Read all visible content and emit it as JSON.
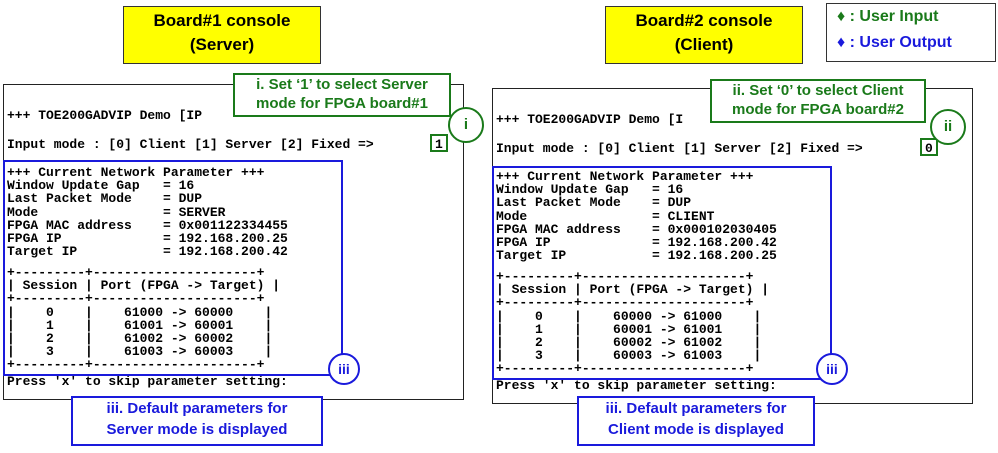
{
  "titles": {
    "board1": {
      "line1": "Board#1 console",
      "line2": "(Server)"
    },
    "board2": {
      "line1": "Board#2 console",
      "line2": "(Client)"
    }
  },
  "legend": {
    "user_input": "♦ : User Input",
    "user_output": "♦ : User Output",
    "input_color": "#1a7a1a",
    "output_color": "#1a1adc"
  },
  "console1": {
    "banner": "+++ TOE200GADVIP Demo [IP",
    "prompt": "Input mode : [0] Client [1] Server [2] Fixed =>",
    "input_value": "1",
    "params": [
      "+++ Current Network Parameter +++",
      "Window Update Gap   = 16",
      "Last Packet Mode    = DUP",
      "Mode                = SERVER",
      "FPGA MAC address    = 0x001122334455",
      "FPGA IP             = 192.168.200.25",
      "Target IP           = 192.168.200.42"
    ],
    "table": [
      "+---------+---------------------+",
      "| Session | Port (FPGA -> Target) |",
      "+---------+---------------------+",
      "|    0    |    61000 -> 60000    |",
      "|    1    |    61001 -> 60001    |",
      "|    2    |    61002 -> 60002    |",
      "|    3    |    61003 -> 60003    |",
      "+---------+---------------------+"
    ],
    "skip": "Press 'x' to skip parameter setting:"
  },
  "console2": {
    "banner": "+++ TOE200GADVIP Demo [I",
    "prompt": "Input mode : [0] Client [1] Server [2] Fixed =>",
    "input_value": "0",
    "params": [
      "+++ Current Network Parameter +++",
      "Window Update Gap   = 16",
      "Last Packet Mode    = DUP",
      "Mode                = CLIENT",
      "FPGA MAC address    = 0x000102030405",
      "FPGA IP             = 192.168.200.42",
      "Target IP           = 192.168.200.25"
    ],
    "table": [
      "+---------+---------------------+",
      "| Session | Port (FPGA -> Target) |",
      "+---------+---------------------+",
      "|    0    |    60000 -> 61000    |",
      "|    1    |    60001 -> 61001    |",
      "|    2    |    60002 -> 61002    |",
      "|    3    |    60003 -> 61003    |",
      "+---------+---------------------+"
    ],
    "skip": "Press 'x' to skip parameter setting:"
  },
  "callouts": {
    "c1_line1": "i. Set ‘1’ to select Server",
    "c1_line2": "mode for FPGA board#1",
    "c2_line1": "ii. Set ‘0’ to select Client",
    "c2_line2": "mode for FPGA board#2",
    "c3_line1": "iii. Default parameters for",
    "c3_line2": "Server mode is displayed",
    "c4_line1": "iii. Default parameters for",
    "c4_line2": "Client mode is displayed",
    "marker_i": "i",
    "marker_ii": "ii",
    "marker_iii": "iii"
  }
}
